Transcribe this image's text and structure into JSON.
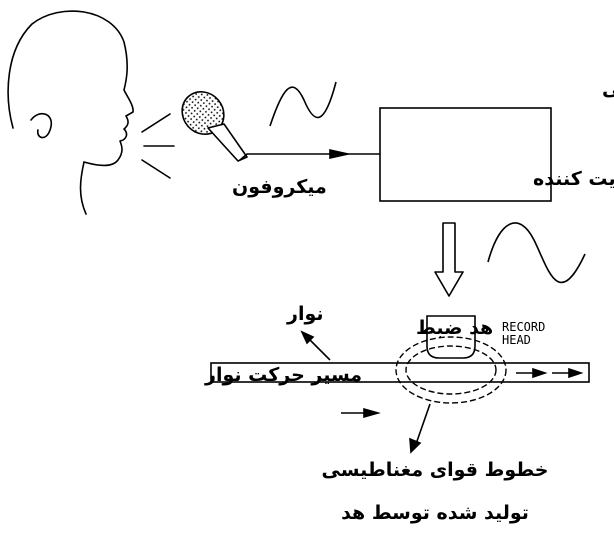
{
  "labels": {
    "recorder_title": "دستگاه ضبط صوت الکترونیکی",
    "amplifier": "تقویت کننده",
    "microphone": "میکروفون",
    "tape": "نوار",
    "record_head": "هد ضبط",
    "tape_path": "مسیر حرکت نوار",
    "flux_line1": "خطوط قوای مغناطیسی",
    "flux_line2": "تولید شده توسط هد",
    "record_head_en_line1": "RECORD",
    "record_head_en_line2": "HEAD"
  }
}
